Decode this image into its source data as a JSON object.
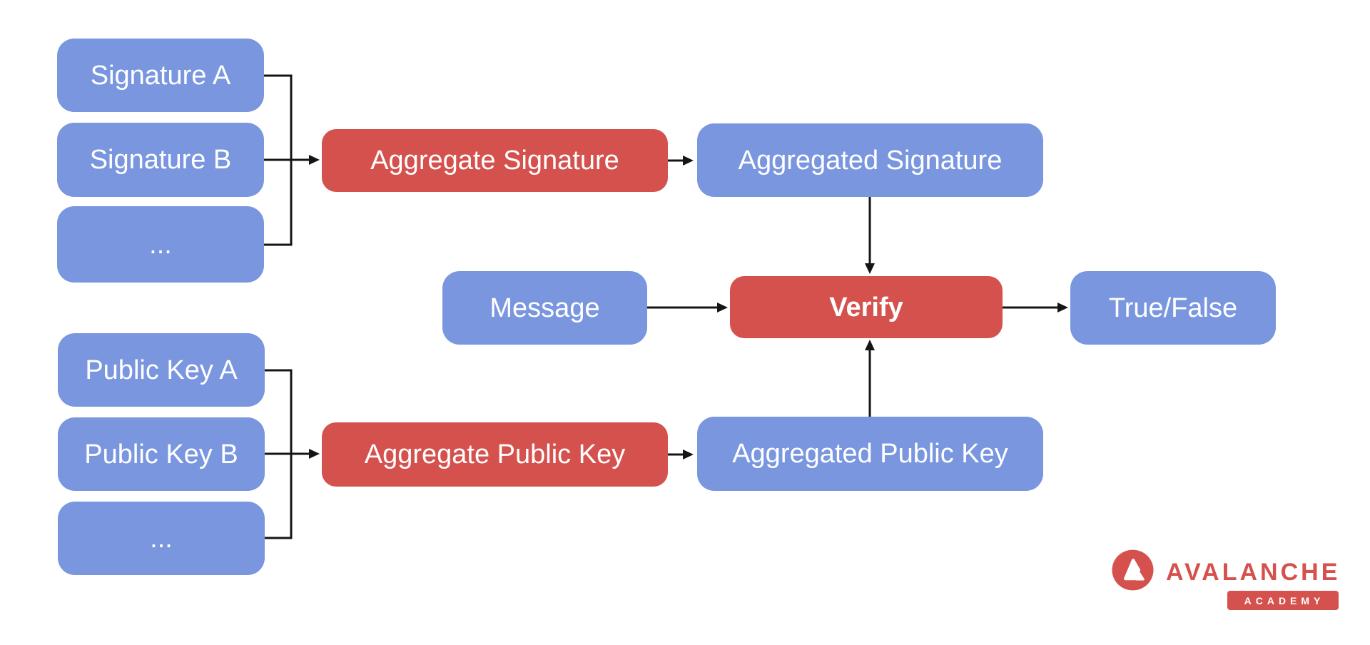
{
  "colors": {
    "input_box": "#7996df",
    "action_box": "#d5514d",
    "node_text": "#ffffff",
    "arrow": "#151515",
    "logo_red": "#d5514d",
    "background": "#ffffff"
  },
  "nodes": {
    "signature_a": {
      "label": "Signature A",
      "type": "input"
    },
    "signature_b": {
      "label": "Signature B",
      "type": "input"
    },
    "signature_more": {
      "label": "...",
      "type": "input"
    },
    "aggregate_signature": {
      "label": "Aggregate Signature",
      "type": "action"
    },
    "aggregated_signature": {
      "label": "Aggregated Signature",
      "type": "input"
    },
    "message": {
      "label": "Message",
      "type": "input"
    },
    "verify": {
      "label": "Verify",
      "type": "action"
    },
    "true_false": {
      "label": "True/False",
      "type": "input"
    },
    "public_key_a": {
      "label": "Public Key A",
      "type": "input"
    },
    "public_key_b": {
      "label": "Public Key B",
      "type": "input"
    },
    "public_key_more": {
      "label": "...",
      "type": "input"
    },
    "aggregate_public_key": {
      "label": "Aggregate Public Key",
      "type": "action"
    },
    "aggregated_public_key": {
      "label": "Aggregated Public Key",
      "type": "input"
    }
  },
  "edges": [
    {
      "from": "signature_a",
      "to": "aggregate_signature",
      "via": "join-bracket"
    },
    {
      "from": "signature_b",
      "to": "aggregate_signature"
    },
    {
      "from": "signature_more",
      "to": "aggregate_signature",
      "via": "join-bracket"
    },
    {
      "from": "aggregate_signature",
      "to": "aggregated_signature"
    },
    {
      "from": "aggregated_signature",
      "to": "verify"
    },
    {
      "from": "message",
      "to": "verify"
    },
    {
      "from": "verify",
      "to": "true_false"
    },
    {
      "from": "public_key_a",
      "to": "aggregate_public_key",
      "via": "join-bracket"
    },
    {
      "from": "public_key_b",
      "to": "aggregate_public_key"
    },
    {
      "from": "public_key_more",
      "to": "aggregate_public_key",
      "via": "join-bracket"
    },
    {
      "from": "aggregate_public_key",
      "to": "aggregated_public_key"
    },
    {
      "from": "aggregated_public_key",
      "to": "verify"
    }
  ],
  "logo": {
    "brand": "AVALANCHE",
    "badge": "ACADEMY"
  }
}
